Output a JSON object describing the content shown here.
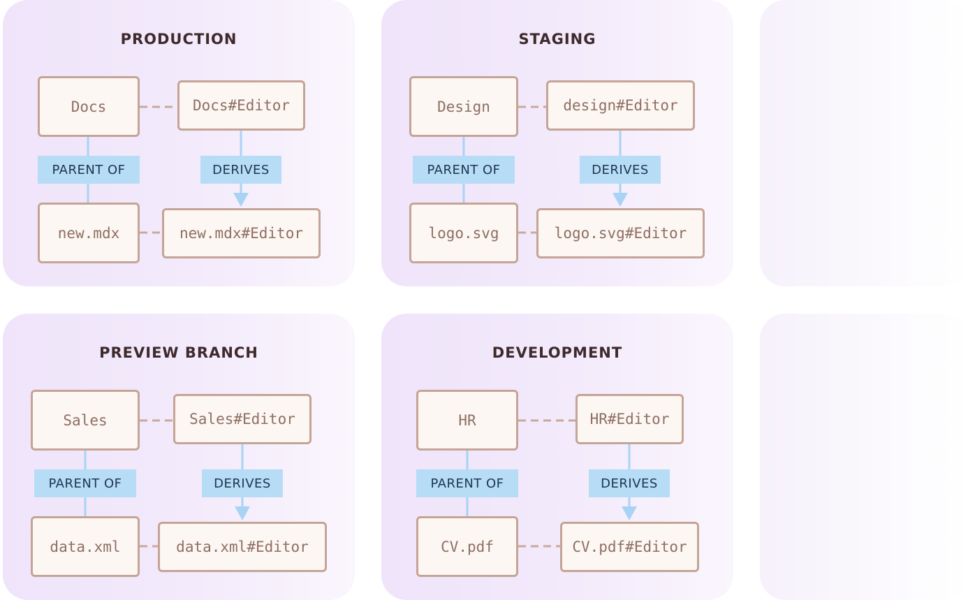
{
  "panels": [
    {
      "title": "PRODUCTION",
      "parent": "Docs",
      "parent_editor": "Docs#Editor",
      "child": "new.mdx",
      "child_editor": "new.mdx#Editor",
      "parent_relation": "PARENT OF",
      "derive_relation": "DERIVES"
    },
    {
      "title": "STAGING",
      "parent": "Design",
      "parent_editor": "design#Editor",
      "child": "logo.svg",
      "child_editor": "logo.svg#Editor",
      "parent_relation": "PARENT OF",
      "derive_relation": "DERIVES"
    },
    {
      "title": "PREVIEW BRANCH",
      "parent": "Sales",
      "parent_editor": "Sales#Editor",
      "child": "data.xml",
      "child_editor": "data.xml#Editor",
      "parent_relation": "PARENT OF",
      "derive_relation": "DERIVES"
    },
    {
      "title": "DEVELOPMENT",
      "parent": "HR",
      "parent_editor": "HR#Editor",
      "child": "CV.pdf",
      "child_editor": "CV.pdf#Editor",
      "parent_relation": "PARENT OF",
      "derive_relation": "DERIVES"
    }
  ],
  "colors": {
    "panel_background": "#efe4fa",
    "node_fill": "#fcf7f3",
    "node_border": "#c4a496",
    "node_text": "#8f6e63",
    "tag_fill": "#b7dcf6",
    "tag_text": "#1e3550",
    "arrow": "#a9d3f5",
    "dashed_link": "#c9a99b",
    "title_text": "#3e2a2c"
  }
}
